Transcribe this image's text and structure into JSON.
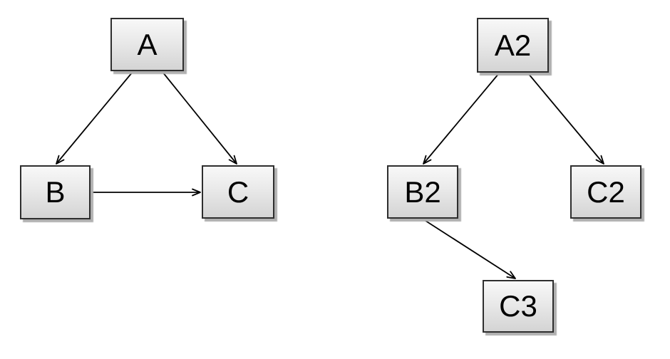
{
  "diagram": {
    "background_color": "#ffffff",
    "node_fill_top": "#f8f8f8",
    "node_fill_bottom": "#d4d4d4",
    "node_border_color": "#2e2e2e",
    "node_shadow_color": "#b0b0b0",
    "edge_color": "#000000",
    "label_color": "#000000"
  },
  "graphs": [
    {
      "name": "left-graph",
      "nodes": [
        {
          "id": "A",
          "label": "A"
        },
        {
          "id": "B",
          "label": "B"
        },
        {
          "id": "C",
          "label": "C"
        }
      ],
      "edges": [
        {
          "from": "A",
          "to": "B"
        },
        {
          "from": "A",
          "to": "C"
        },
        {
          "from": "B",
          "to": "C"
        }
      ]
    },
    {
      "name": "right-graph",
      "nodes": [
        {
          "id": "A2",
          "label": "A2"
        },
        {
          "id": "B2",
          "label": "B2"
        },
        {
          "id": "C2",
          "label": "C2"
        },
        {
          "id": "C3",
          "label": "C3"
        }
      ],
      "edges": [
        {
          "from": "A2",
          "to": "B2"
        },
        {
          "from": "A2",
          "to": "C2"
        },
        {
          "from": "B2",
          "to": "C3"
        }
      ]
    }
  ]
}
